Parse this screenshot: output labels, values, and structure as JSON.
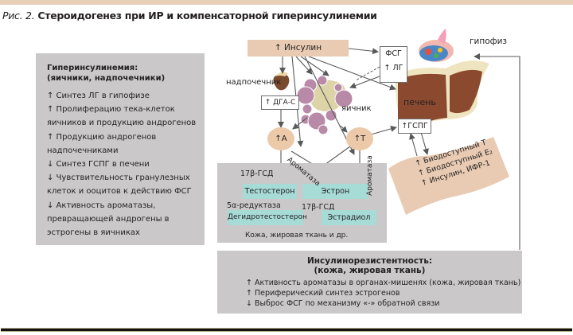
{
  "figure": {
    "prefix": "Рис. 2.",
    "title": "Стероидогенез при ИР и компенсаторной гиперинсулинемии"
  },
  "hyperinsulinemia_box": {
    "heading_line1": "Гиперинсулинемия:",
    "heading_line2": "(яичники, надпочечники)",
    "items": [
      "↑ Синтез ЛГ в гипофизе",
      "↑ Пролиферацию  тека-клеток",
      "яичников и продукцию андрогенов",
      "↑ Продукцию андрогенов",
      "надпочечниками",
      "↓ Синтез ГСПГ в печени",
      "↓ Чувствительность гранулезных",
      "клеток и ооцитов к действию ФСГ",
      "↓ Активность ароматазы,",
      "превращающей андрогены в",
      "эстрогены в яичниках"
    ]
  },
  "nodes": {
    "insulin": "↑ Инсулин",
    "fsg": "ФСГ",
    "lg": "↑ ЛГ",
    "pituitary": "гипофиз",
    "adrenal": "надпочечник",
    "dhea_s": "↑ ДГА-С",
    "ovary": "яичник",
    "liver": "печень",
    "shbg": "↑ГСПГ",
    "androstenedione": "↑А",
    "testosterone_circle": "↑Т"
  },
  "peripheral_box": {
    "enzyme_17b_left": "17β-ГСД",
    "testosterone": "Тестостерон",
    "estrone": "Эстрон",
    "reductase": "5α-редуктаза",
    "enzyme_17b_right": "17β-ГСД",
    "dht": "Дегидротестостерон",
    "estradiol": "Эстрадиол",
    "footer": "Кожа, жировая ткань и др.",
    "aromatase_diag": "Ароматаза",
    "aromatase_vert": "Ароматаза"
  },
  "banner": {
    "lines": [
      "↑ Биодоступный Т",
      "↑ Биодоступный Е₂",
      "↑ Инсулин, ИФР-1"
    ]
  },
  "insulin_resistance_box": {
    "heading_line1": "Инсулинорезистентность:",
    "heading_line2": "(кожа, жировая ткань)",
    "items": [
      "↑ Активность ароматазы в органах-мишенях (кожа, жировая ткань)",
      "↑ Периферический синтез эстрогенов",
      "↓ Выброс ФСГ по механизму «-» обратной связи"
    ]
  },
  "colors": {
    "box_gray": "#cac8c9",
    "insulin_fill": "#e8cbb2",
    "circle_fill": "#ecc9a9",
    "teal": "#a6dbd6",
    "liver": "#8b4a2f",
    "ovary_follicle": "#b88aa8",
    "arrow": "#58595b"
  }
}
